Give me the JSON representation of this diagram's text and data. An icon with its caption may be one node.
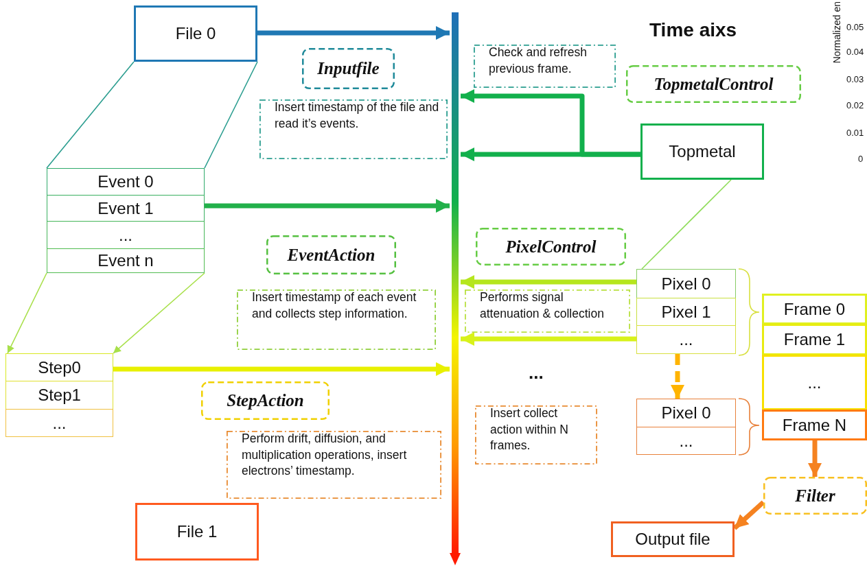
{
  "diagram": {
    "title": "Time aixs",
    "nodes": [
      {
        "text": [
          "File 0"
        ]
      },
      {
        "text": [
          "Inputfile"
        ]
      },
      {
        "text": [
          "Insert timestamp of the file and read it’s events."
        ]
      },
      {
        "text": [
          "Event 0"
        ]
      },
      {
        "text": [
          "Event 1"
        ]
      },
      {
        "text": [
          "..."
        ]
      },
      {
        "text": [
          "Event n"
        ]
      },
      {
        "text": [
          "EventAction"
        ]
      },
      {
        "text": [
          "Insert timestamp of each event and collects step information."
        ]
      },
      {
        "text": [
          "Step0"
        ]
      },
      {
        "text": [
          "Step1"
        ]
      },
      {
        "text": [
          "..."
        ]
      },
      {
        "text": [
          "StepAction"
        ]
      },
      {
        "text": [
          "Perform drift, diffusion, and multiplication operations, insert electrons’ timestamp."
        ]
      },
      {
        "text": [
          "File 1"
        ]
      },
      {
        "text": [],
        "shape": "bar"
      },
      {
        "text": [
          "Check and refresh previous frame."
        ]
      },
      {
        "text": [
          "TopmetalControl"
        ]
      },
      {
        "text": [
          "Topmetal"
        ]
      },
      {
        "text": [
          "PixelControl"
        ]
      },
      {
        "text": [
          "Pixel 0"
        ]
      },
      {
        "text": [
          "Pixel 1"
        ]
      },
      {
        "text": [
          "..."
        ]
      },
      {
        "text": [
          "Performs signal attenuation & collection"
        ]
      },
      {
        "text": [
          "Insert collect action within N frames."
        ]
      },
      {
        "text": [
          "Pixel 0"
        ]
      },
      {
        "text": [
          "..."
        ]
      },
      {
        "text": [
          "Frame 0"
        ]
      },
      {
        "text": [
          "Frame 1"
        ]
      },
      {
        "text": [
          "..."
        ]
      },
      {
        "text": [
          "Frame N"
        ]
      },
      {
        "text": [
          "Filter"
        ]
      },
      {
        "text": [
          "Output file"
        ]
      }
    ],
    "edges": [
      {
        "from": 0,
        "to": 15,
        "arrow": "to",
        "color": "#1f78b4"
      },
      {
        "from": 0,
        "to": 3,
        "arrow": "none",
        "color": "#2a9d8f"
      },
      {
        "from": 0,
        "to": 3,
        "arrow": "none",
        "color": "#2a9d8f"
      },
      {
        "from": 4,
        "to": 15,
        "arrow": "to",
        "color": "#22b04a"
      },
      {
        "from": 6,
        "to": 9,
        "arrow": "to",
        "color": "#a8e04a"
      },
      {
        "from": 6,
        "to": 9,
        "arrow": "to",
        "color": "#a8e04a"
      },
      {
        "from": 9,
        "to": 15,
        "arrow": "to",
        "color": "#e8f000"
      },
      {
        "from": 18,
        "to": 15,
        "arrow": "to",
        "color": "#12b04c"
      },
      {
        "from": 18,
        "to": 15,
        "arrow": "to",
        "color": "#12b04c"
      },
      {
        "from": 18,
        "to": 20,
        "arrow": "none",
        "color": "#8fdc5a"
      },
      {
        "from": 20,
        "to": 15,
        "arrow": "to",
        "color": "#b5e61d"
      },
      {
        "from": 22,
        "to": 15,
        "arrow": "to",
        "color": "#d8f21a"
      },
      {
        "from": 22,
        "to": 25,
        "arrow": "to",
        "style": "dashed",
        "color": "#ffb400"
      },
      {
        "from": 30,
        "to": 31,
        "arrow": "to",
        "color": "#f58220"
      },
      {
        "from": 31,
        "to": 32,
        "arrow": "to",
        "color": "#f58220"
      }
    ],
    "labels": [
      "...",
      "Normalized en",
      "0.05",
      "0.04",
      "0.03",
      "0.02",
      "0.01",
      "0"
    ]
  }
}
